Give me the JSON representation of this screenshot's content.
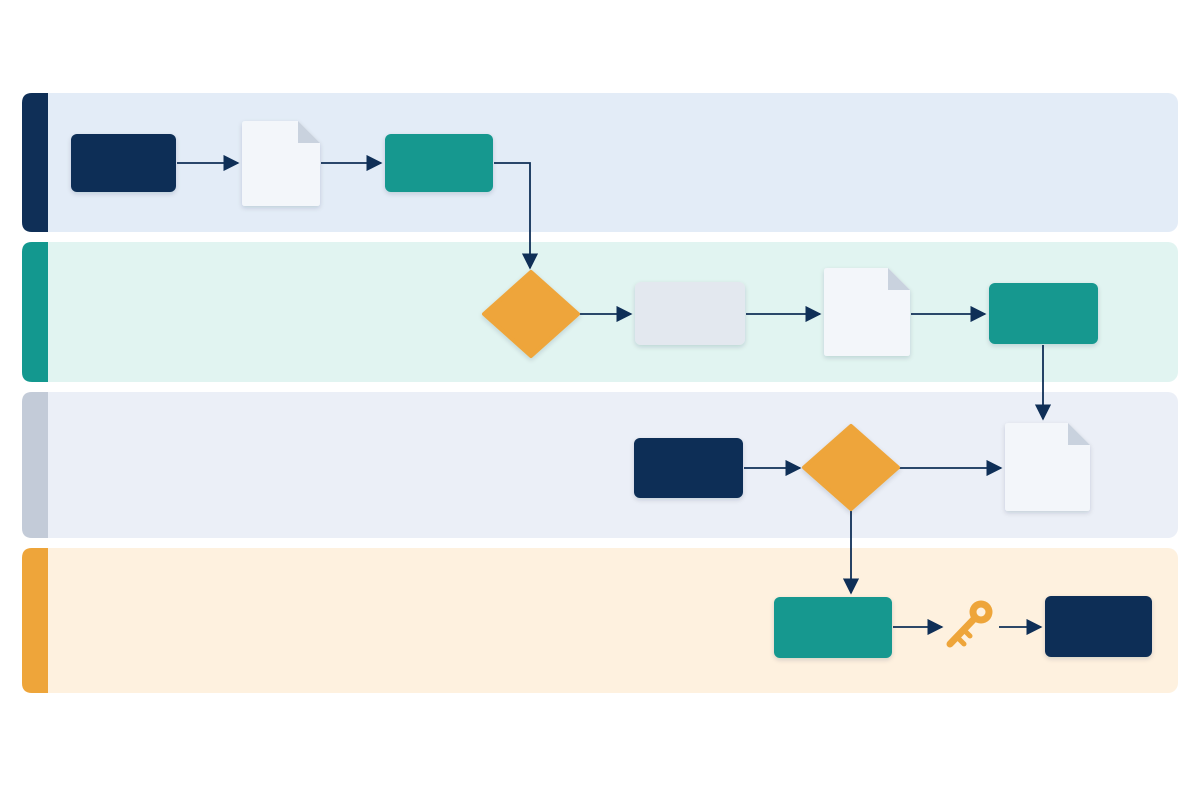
{
  "diagram": {
    "kind": "swimlane-flowchart",
    "lanes": [
      {
        "id": "lane-1",
        "bg": "#e3ecf7",
        "accent": "#0f2f57"
      },
      {
        "id": "lane-2",
        "bg": "#e1f4f1",
        "accent": "#13988f"
      },
      {
        "id": "lane-3",
        "bg": "#ebeff7",
        "accent": "#c3cbd8"
      },
      {
        "id": "lane-4",
        "bg": "#fef1df",
        "accent": "#eea53a"
      }
    ],
    "nodes": [
      {
        "id": "n1",
        "lane": "lane-1",
        "shape": "rect",
        "fill": "#0f2f57"
      },
      {
        "id": "n2",
        "lane": "lane-1",
        "shape": "document",
        "fill": "#f3f6fa"
      },
      {
        "id": "n3",
        "lane": "lane-1",
        "shape": "rect",
        "fill": "#13988f"
      },
      {
        "id": "n4",
        "lane": "lane-2",
        "shape": "diamond",
        "fill": "#eea53a"
      },
      {
        "id": "n5",
        "lane": "lane-2",
        "shape": "rect",
        "fill": "#e3e8ef"
      },
      {
        "id": "n6",
        "lane": "lane-2",
        "shape": "document",
        "fill": "#f3f6fa"
      },
      {
        "id": "n7",
        "lane": "lane-2",
        "shape": "rect",
        "fill": "#13988f"
      },
      {
        "id": "n8",
        "lane": "lane-3",
        "shape": "rect",
        "fill": "#0f2f57"
      },
      {
        "id": "n9",
        "lane": "lane-3",
        "shape": "diamond",
        "fill": "#eea53a"
      },
      {
        "id": "n10",
        "lane": "lane-3",
        "shape": "document",
        "fill": "#f3f6fa"
      },
      {
        "id": "n11",
        "lane": "lane-4",
        "shape": "rect",
        "fill": "#13988f"
      },
      {
        "id": "n12",
        "lane": "lane-4",
        "shape": "key-icon",
        "fill": "#eea53a"
      },
      {
        "id": "n13",
        "lane": "lane-4",
        "shape": "rect",
        "fill": "#0f2f57"
      }
    ],
    "edges": [
      {
        "from": "n1",
        "to": "n2"
      },
      {
        "from": "n2",
        "to": "n3"
      },
      {
        "from": "n3",
        "to": "n4"
      },
      {
        "from": "n4",
        "to": "n5"
      },
      {
        "from": "n5",
        "to": "n6"
      },
      {
        "from": "n6",
        "to": "n7"
      },
      {
        "from": "n7",
        "to": "n10"
      },
      {
        "from": "n8",
        "to": "n9"
      },
      {
        "from": "n9",
        "to": "n10"
      },
      {
        "from": "n9",
        "to": "n11"
      },
      {
        "from": "n11",
        "to": "n12"
      },
      {
        "from": "n12",
        "to": "n13"
      }
    ],
    "colors": {
      "arrow": "#0f2f57",
      "doc_fold": "#c9d2de"
    }
  }
}
